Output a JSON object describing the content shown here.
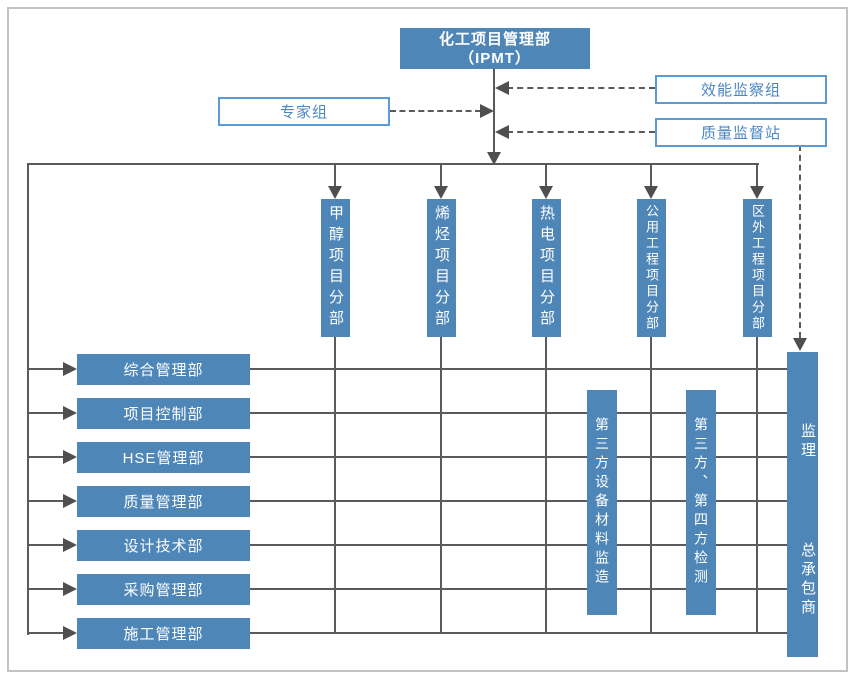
{
  "colors": {
    "box_fill": "#4e86b8",
    "box_text": "#ffffff",
    "outline_border": "#5b9bd5",
    "outline_text": "#4a86c4",
    "line": "#5a5a5a",
    "frame": "#c2c2c4"
  },
  "header": {
    "title_line1": "化工项目管理部",
    "title_line2": "（IPMT）"
  },
  "advisory": {
    "expert_group": "专家组",
    "efficiency_group": "效能监察组",
    "quality_station": "质量监督站"
  },
  "divisions": [
    {
      "label": "甲醇项目分部"
    },
    {
      "label": "烯烃项目分部"
    },
    {
      "label": "热电项目分部"
    },
    {
      "label": "公用工程项目分部"
    },
    {
      "label": "区外工程项目分部"
    }
  ],
  "departments": [
    {
      "label": "综合管理部"
    },
    {
      "label": "项目控制部"
    },
    {
      "label": "HSE管理部"
    },
    {
      "label": "质量管理部"
    },
    {
      "label": "设计技术部"
    },
    {
      "label": "采购管理部"
    },
    {
      "label": "施工管理部"
    }
  ],
  "oversight": {
    "equipment_supervision": "第三方设备材料监造",
    "third_fourth_party_testing": "第三方、第四方检测",
    "supervisor": "监理",
    "general_contractor": "总承包商"
  }
}
